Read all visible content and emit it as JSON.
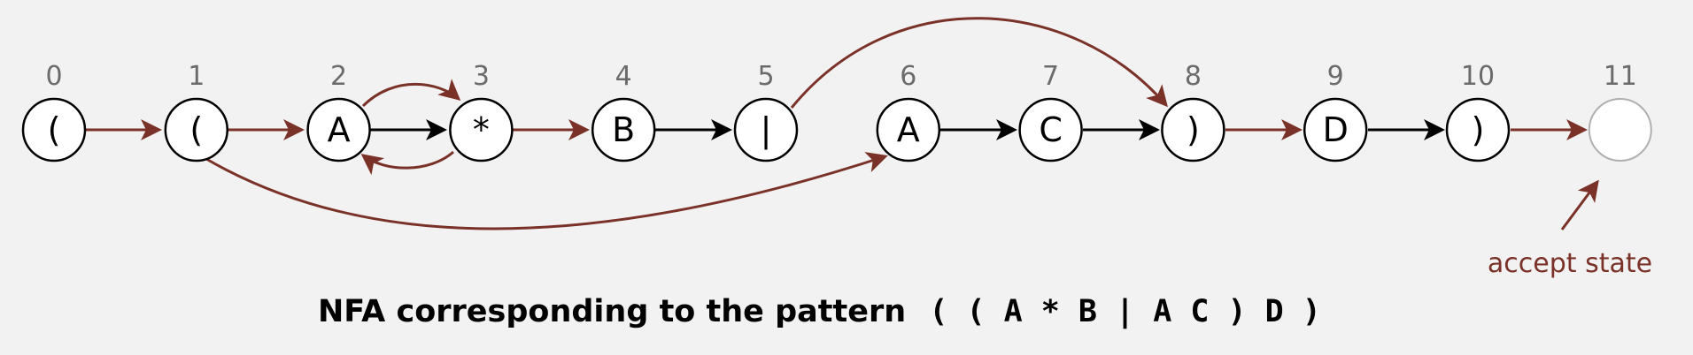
{
  "colors": {
    "background": "#f2f2f2",
    "epsilon_edge": "#7a3228",
    "match_edge": "#000000",
    "state_stroke": "#000000",
    "accept_stroke": "#b0b0b0",
    "index_text": "#6b6b6b",
    "annotation": "#7a3228"
  },
  "states": [
    {
      "index": "0",
      "label": "("
    },
    {
      "index": "1",
      "label": "("
    },
    {
      "index": "2",
      "label": "A"
    },
    {
      "index": "3",
      "label": "*"
    },
    {
      "index": "4",
      "label": "B"
    },
    {
      "index": "5",
      "label": "|"
    },
    {
      "index": "6",
      "label": "A"
    },
    {
      "index": "7",
      "label": "C"
    },
    {
      "index": "8",
      "label": ")"
    },
    {
      "index": "9",
      "label": "D"
    },
    {
      "index": "10",
      "label": ")"
    },
    {
      "index": "11",
      "label": ""
    }
  ],
  "accept_state": {
    "label": "accept state"
  },
  "caption": {
    "prefix": "NFA corresponding to the pattern",
    "pattern": "( ( A * B | A C ) D )"
  }
}
